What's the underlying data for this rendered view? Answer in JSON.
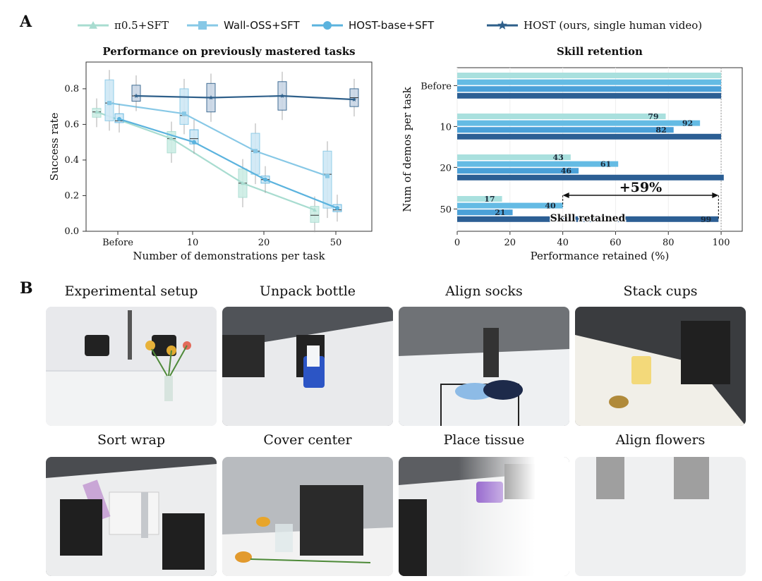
{
  "panel_labels": {
    "a": "A",
    "b": "B"
  },
  "legend": [
    {
      "label": "π0.5+SFT",
      "marker": "triangle",
      "color": "#a8dcd0"
    },
    {
      "label": "Wall-OSS+SFT",
      "marker": "square",
      "color": "#87c8e6"
    },
    {
      "label": "HOST-base+SFT",
      "marker": "circle",
      "color": "#5bb3de"
    },
    {
      "label": "HOST (ours, single human video)",
      "marker": "star",
      "color": "#2e5f8a"
    }
  ],
  "chart_data": [
    {
      "type": "line",
      "title": "Performance on previously mastered tasks",
      "xlabel": "Number of demonstrations per task",
      "ylabel": "Success rate",
      "categories": [
        "Before",
        "10",
        "20",
        "50"
      ],
      "ylim": [
        0,
        0.95
      ],
      "yticks": [
        "0.0",
        "0.2",
        "0.4",
        "0.6",
        "0.8"
      ],
      "grid": false,
      "series": [
        {
          "name": "π0.5+SFT",
          "values": [
            0.67,
            0.52,
            0.27,
            0.12
          ],
          "box_median": [
            0.67,
            0.52,
            0.27,
            0.09
          ],
          "box_q1": [
            0.64,
            0.44,
            0.19,
            0.05
          ],
          "box_q3": [
            0.69,
            0.56,
            0.35,
            0.14
          ]
        },
        {
          "name": "Wall-OSS+SFT",
          "values": [
            0.72,
            0.66,
            0.45,
            0.31
          ],
          "box_median": [
            0.72,
            0.65,
            0.45,
            0.32
          ],
          "box_q1": [
            0.62,
            0.6,
            0.32,
            0.13
          ],
          "box_q3": [
            0.85,
            0.8,
            0.55,
            0.45
          ]
        },
        {
          "name": "HOST-base+SFT",
          "values": [
            0.63,
            0.5,
            0.29,
            0.13
          ],
          "box_median": [
            0.62,
            0.52,
            0.29,
            0.12
          ],
          "box_q1": [
            0.61,
            0.49,
            0.27,
            0.11
          ],
          "box_q3": [
            0.66,
            0.57,
            0.31,
            0.15
          ]
        },
        {
          "name": "HOST (ours, single human video)",
          "values": [
            0.76,
            0.75,
            0.76,
            0.74
          ],
          "box_median": [
            0.76,
            0.75,
            0.76,
            0.75
          ],
          "box_q1": [
            0.73,
            0.67,
            0.68,
            0.7
          ],
          "box_q3": [
            0.82,
            0.83,
            0.84,
            0.8
          ]
        }
      ]
    },
    {
      "type": "bar",
      "orientation": "horizontal",
      "title": "Skill retention",
      "xlabel": "Performance retained (%)",
      "ylabel": "Num of demos per task",
      "categories": [
        "Before",
        "10",
        "20",
        "50"
      ],
      "xlim": [
        0,
        108
      ],
      "xticks": [
        "0",
        "20",
        "40",
        "60",
        "80",
        "100"
      ],
      "series": [
        {
          "name": "π0.5+SFT",
          "values": [
            100,
            79,
            43,
            17
          ]
        },
        {
          "name": "Wall-OSS+SFT",
          "values": [
            100,
            92,
            61,
            40
          ]
        },
        {
          "name": "HOST-base+SFT",
          "values": [
            100,
            82,
            46,
            21
          ]
        },
        {
          "name": "HOST (ours, single human video)",
          "values": [
            100,
            100,
            101,
            99
          ]
        }
      ],
      "data_labels": [
        {
          "category": "10",
          "series": 0,
          "text": "79"
        },
        {
          "category": "10",
          "series": 1,
          "text": "92"
        },
        {
          "category": "10",
          "series": 2,
          "text": "82"
        },
        {
          "category": "20",
          "series": 0,
          "text": "43"
        },
        {
          "category": "20",
          "series": 1,
          "text": "61"
        },
        {
          "category": "20",
          "series": 2,
          "text": "46"
        },
        {
          "category": "50",
          "series": 0,
          "text": "17"
        },
        {
          "category": "50",
          "series": 1,
          "text": "40"
        },
        {
          "category": "50",
          "series": 2,
          "text": "21"
        },
        {
          "category": "50",
          "series": 3,
          "text": "99"
        }
      ],
      "annotations": {
        "gain": "+59%",
        "retained": "Skill retained"
      }
    }
  ],
  "tasks": [
    {
      "title": "Experimental setup"
    },
    {
      "title": "Unpack bottle"
    },
    {
      "title": "Align socks"
    },
    {
      "title": "Stack cups"
    },
    {
      "title": "Sort wrap"
    },
    {
      "title": "Cover center"
    },
    {
      "title": "Place tissue"
    },
    {
      "title": "Align flowers"
    }
  ]
}
